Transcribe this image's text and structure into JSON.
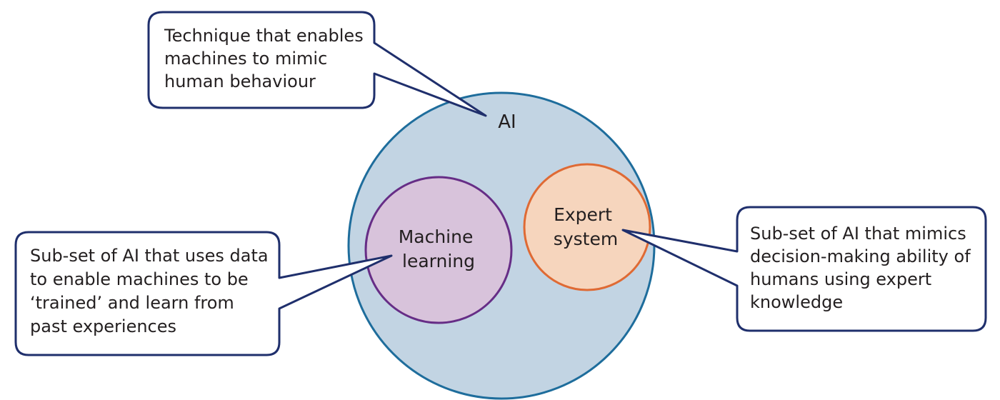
{
  "colors": {
    "ai_fill": "#c2d4e3",
    "ai_stroke": "#1e6d9c",
    "ml_fill": "#d8c3db",
    "ml_stroke": "#662d86",
    "es_fill": "#f6d5bd",
    "es_stroke": "#df6a34",
    "callout_stroke": "#1f2f6c",
    "text": "#231f20"
  },
  "diagram": {
    "ai": {
      "label": "AI"
    },
    "machine_learning": {
      "label_lines": [
        "Machine",
        "learning"
      ]
    },
    "expert_system": {
      "label_lines": [
        "Expert",
        "system"
      ]
    },
    "callouts": {
      "ai": {
        "lines": [
          "Technique that enables",
          "machines to mimic",
          "human behaviour"
        ]
      },
      "machine_learning": {
        "lines": [
          "Sub-set of AI that uses data",
          "to enable machines to be",
          "‘trained’ and learn from",
          "past experiences"
        ]
      },
      "expert_system": {
        "lines": [
          "Sub-set of AI that mimics",
          "decision-making ability of",
          "humans using expert",
          "knowledge"
        ]
      }
    }
  }
}
